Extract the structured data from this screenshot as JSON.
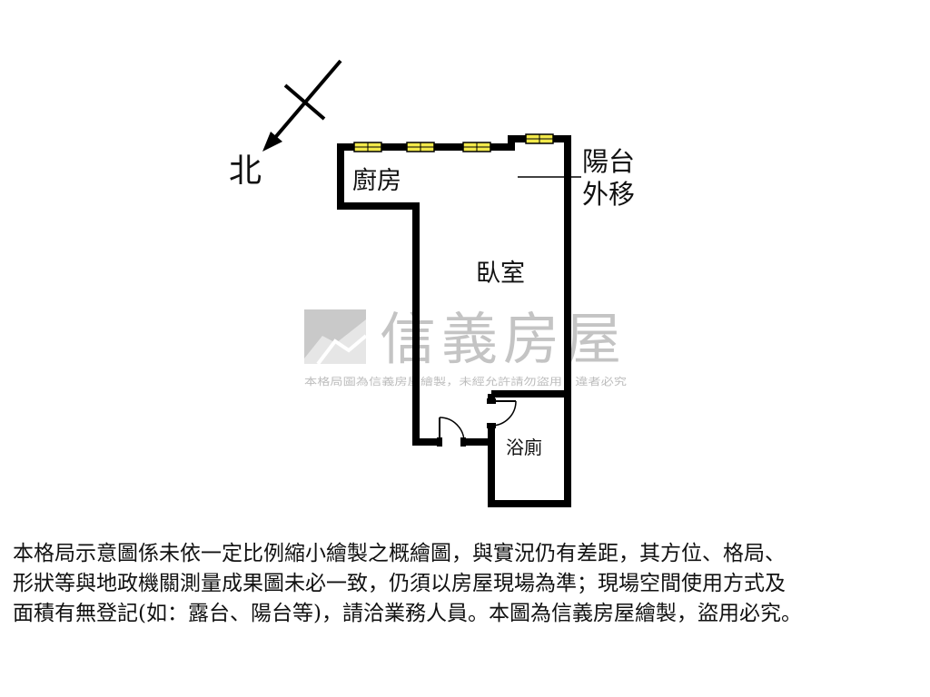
{
  "compass": {
    "north_label": "北"
  },
  "rooms": {
    "kitchen": "廚房",
    "bedroom": "臥室",
    "bathroom": "浴廁",
    "balcony_line1": "陽台",
    "balcony_line2": "外移"
  },
  "watermark": {
    "brand": "信義房屋",
    "notice": "本格局圖為信義房屋繪製，未經允許請勿盜用，違者必究"
  },
  "disclaimer": [
    "本格局示意圖係未依一定比例縮小繪製之概繪圖，與實況仍有差距，其方位、格局、",
    "形狀等與地政機關測量成果圖未必一致，仍須以房屋現場為準；現場空間使用方式及",
    "面積有無登記(如：露台、陽台等)，請洽業務人員。本圖為信義房屋繪製，盜用必究。"
  ],
  "colors": {
    "wall": "#000000",
    "window_fill": "#f2e94b",
    "watermark": "#bfbfbf"
  }
}
